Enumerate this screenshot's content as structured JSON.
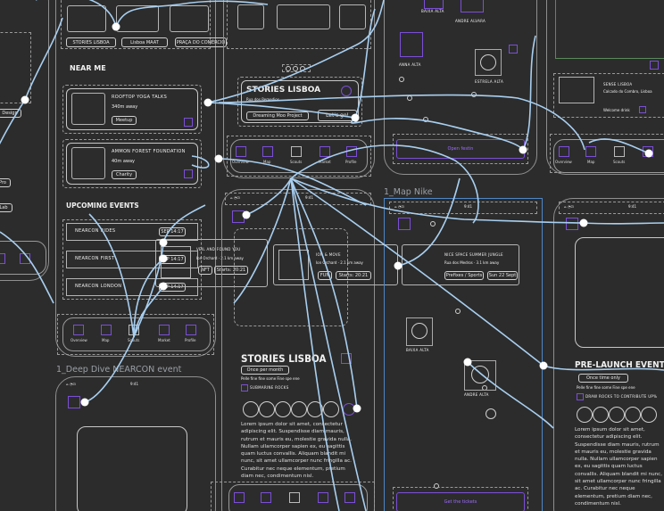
{
  "frames": {
    "map_nike_label": "1_Map Nike",
    "deep_dive_label": "1_Deep Dive NEARCON event"
  },
  "left_app": {
    "chips": [
      "STORIES LISBOA",
      "Lisboa MAAT",
      "PRAÇA DO COMÉRCIO"
    ],
    "near_me_title": "NEAR ME",
    "cards": [
      {
        "title": "ROOFTOP YOGA TALKS",
        "distance": "340m away",
        "tag": "Meetup"
      },
      {
        "title": "AMMON FOREST FOUNDATION",
        "distance": "40m away",
        "tag": "Charity"
      }
    ],
    "upcoming_title": "UPCOMING EVENTS",
    "events": [
      {
        "title": "NEARCON RIDES",
        "date": "SEP 14:17"
      },
      {
        "title": "NEARCON FIRST",
        "date": "SEP 14:17"
      },
      {
        "title": "NEARCON LONDON",
        "date": "SEP 14:17"
      }
    ]
  },
  "overlay_card": {
    "title": "VEIL AND FOUND YOU",
    "subtitle": "Ion Orchard · 2.1 km away",
    "tag": "NFT",
    "time": "Starts: 20:21"
  },
  "middle_app": {
    "stories_title": "STORIES LISBOA",
    "stories_sub": "Rua dos Remedios",
    "dreaming_btn": "Dreaming Moo Project",
    "lets_go": "Let's go!",
    "card1": {
      "title": "ION & MOVE",
      "subtitle": "Ion Orchard · 2.1 km away",
      "tag": "FUN",
      "time": "Starts: 20:21"
    },
    "card2": {
      "title": "NICE SPACE SUMMER JUNGLE",
      "subtitle": "Rua dos Medros · 3.1 km away",
      "tag": "Prefixes / Sports",
      "time": "Sun 22 Sept"
    },
    "lower_title": "STORIES LISBOA",
    "lower_chip": "Once per month",
    "lower_line1": "Pelle fine fine some Fine spe ene",
    "lower_line2": "SUBMARINE ROCKS",
    "lorem": "Lorem ipsum dolor sit amet, consectetur adipiscing elit. Suspendisse diam mauris, rutrum et mauris eu, molestie gravida nulla. Nullam ullamcorper sapien ex, eu sagittis quam luctus convallis. Aliquam blandit mi nunc, sit amet ullamcorper nunc fringilla ac. Curabitur nec neque elementum, pretium diam nec, condimentum nisl."
  },
  "map_app": {
    "open_button": "Open festin",
    "get_button": "Get the tickets",
    "markers": [
      {
        "label": "BAIXA ALTA"
      },
      {
        "label": "ANDRE ALVARA"
      },
      {
        "label": "ANNA ALTA"
      },
      {
        "label": "ESTRELA ALTA"
      },
      {
        "label": "BAIXA ALTA"
      },
      {
        "label": "ANDRE ALTA"
      }
    ]
  },
  "right_app": {
    "venue_title": "SENSE LISBOA",
    "venue_address": "Calcado do Combro, Lisboa",
    "welcome": "Welcome drink",
    "pre_launch_title": "PRE-LAUNCH EVENT",
    "pre_launch_chip": "Once time only",
    "pre_launch_line1": "Pelle fine fine some Fine spe ene",
    "pre_launch_line2": "DRAW ROCKS TO CONTRIBUTE UP%",
    "lorem": "Lorem ipsum dolor sit amet, consectetur adipiscing elit. Suspendisse diam mauris, rutrum et mauris eu, molestie gravida nulla. Nullam ullamcorper sapien ex, eu sagittis quam luctus convallis. Aliquam blandit mi nunc, sit amet ullamcorper nunc fringilla ac. Curabitur nec neque elementum, pretium diam nec, condimentum nisl."
  },
  "status": {
    "time": "9:41"
  },
  "nav": [
    "Overview",
    "Map",
    "Scouts",
    "Market",
    "Profile"
  ],
  "left_edge_tags": [
    "Design",
    "Pro",
    "Lab"
  ],
  "colors": {
    "wire": "#a8cff0",
    "accent": "#7b4fd6",
    "selection": "#4f86c6",
    "background": "#2c2c2c"
  }
}
